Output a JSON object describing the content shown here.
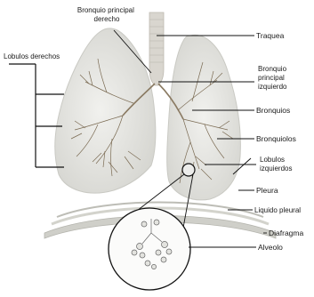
{
  "diagram": {
    "labels": {
      "bronquio_principal_derecho": [
        "Bronquio principal",
        "derecho"
      ],
      "lobulos_derechos": "Lobulos derechos",
      "traquea": "Traquea",
      "bronquio_principal_izquierdo": [
        "Bronquio",
        "principal",
        "izquierdo"
      ],
      "bronquios": "Bronquios",
      "bronquiolos": "Bronquiolos",
      "lobulos_izquierdos": [
        "Lobulos",
        "izquierdos"
      ],
      "pleura": "Pleura",
      "liquido_pleural": "Liquido pleural",
      "diafragma": "Diafragma",
      "alveolo": "Alveolo"
    },
    "colors": {
      "lung_fill": "#e6e6e2",
      "lung_edge": "#c9c9c3",
      "trachea": "#d9d6cf",
      "diaphragm": "#cfcfc9",
      "ink": "#111111"
    },
    "icons": {
      "magnifier_circle": "zoom-circle",
      "alveolus": "alveolus-cluster-icon"
    }
  }
}
